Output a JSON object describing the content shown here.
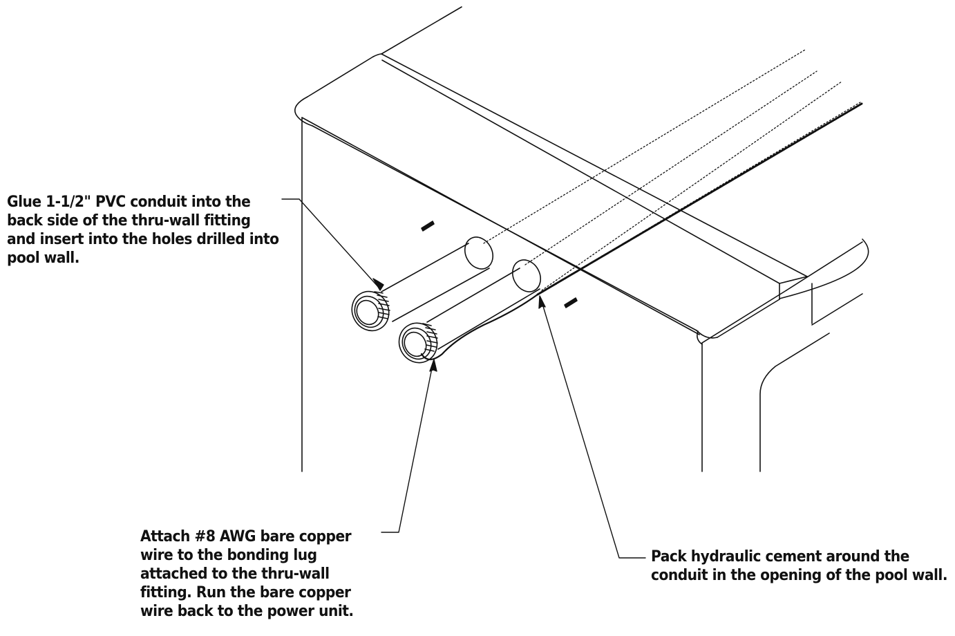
{
  "callouts": {
    "pvc_conduit": [
      "Glue 1-1/2\" PVC conduit into the",
      "back side of the thru-wall fitting",
      "and insert into the holes drilled into",
      "pool wall."
    ],
    "bonding_wire": [
      "Attach #8 AWG bare copper",
      "wire to the bonding lug",
      "attached to the thru-wall",
      "fitting.  Run the bare copper",
      "wire back to the power unit."
    ],
    "hydraulic_cement": [
      "Pack hydraulic cement around the",
      "conduit in the opening of the pool wall."
    ]
  },
  "colors": {
    "line": "#111111",
    "background": "#ffffff"
  }
}
